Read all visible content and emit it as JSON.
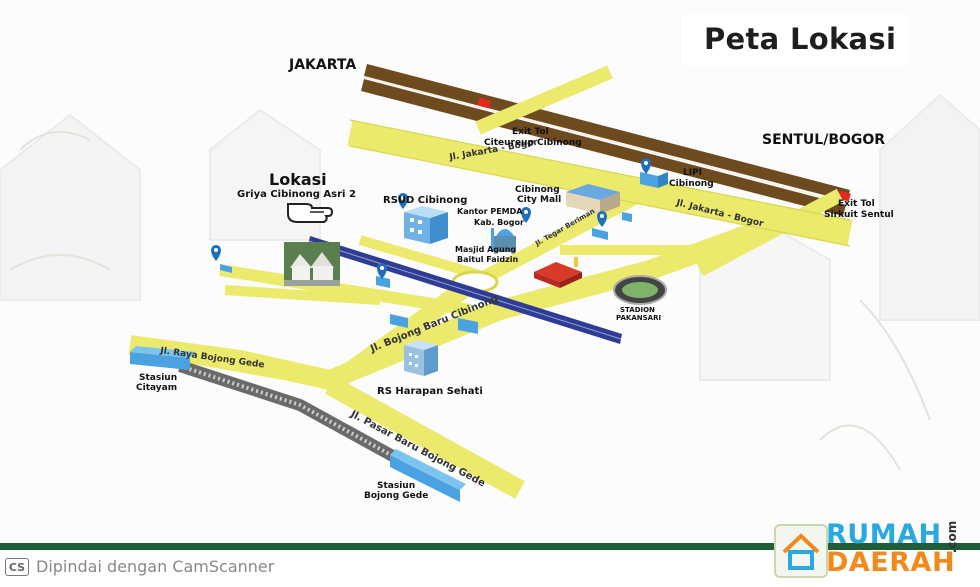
{
  "title": "Peta Lokasi",
  "labels": {
    "jakarta": "JAKARTA",
    "sentul_bogor": "SENTUL/BOGOR",
    "exit_tol_citeureup_1": "Exit Tol",
    "exit_tol_citeureup_2": "Citeureup Cibinong",
    "exit_tol_sentul_1": "Exit Tol",
    "exit_tol_sentul_2": "Sirkuit Sentul",
    "lokasi": "Lokasi",
    "lokasi_name": "Griya Cibinong Asri 2",
    "rsud": "RSUD Cibinong",
    "cibinong_city_mall_1": "Cibinong",
    "cibinong_city_mall_2": "City Mall",
    "lipi_1": "LIPI",
    "lipi_2": "Cibinong",
    "kantor_pemda_1": "Kantor PEMDA",
    "kantor_pemda_2": "Kab. Bogor",
    "masjid_1": "Masjid Agung",
    "masjid_2": "Baitul Faidzin",
    "stadion_1": "STADION",
    "stadion_2": "PAKANSARI",
    "rs_harapan_sehati": "RS Harapan Sehati",
    "stasiun_citayam_1": "Stasiun",
    "stasiun_citayam_2": "Citayam",
    "stasiun_bojong_1": "Stasiun",
    "stasiun_bojong_2": "Bojong Gede",
    "road_jakarta_bogor_1": "Jl. Jakarta - Bogor",
    "road_jakarta_bogor_2": "Jl. Jakarta - Bogor",
    "road_tegar_beriman": "Jl. Tegar Beriman",
    "road_bojong_baru": "Jl. Bojong Baru Cibinong",
    "road_raya_bojong_gede": "Jl. Raya Bojong Gede",
    "road_pasar_baru": "Jl. Pasar Baru Bojong Gede"
  },
  "footer": {
    "scanner_badge": "CS",
    "scanner_text": "Dipindai dengan CamScanner",
    "brand_line1": "RUMAH",
    "brand_line2": "DAERAH",
    "brand_suffix": ".com"
  },
  "colors": {
    "road": "#ecea6c",
    "road_edge": "#d8d64a",
    "toll": "#6e4a1f",
    "railway": "#2e3d93",
    "brand_blue": "#2aa9df",
    "brand_orange": "#f08a1c",
    "footer_green": "#1f5e37"
  },
  "icons": [
    "map-pin-icon",
    "pointing-hand-icon",
    "hospital-icon",
    "mall-icon",
    "mosque-icon",
    "stadium-icon",
    "station-icon",
    "house-icon"
  ]
}
